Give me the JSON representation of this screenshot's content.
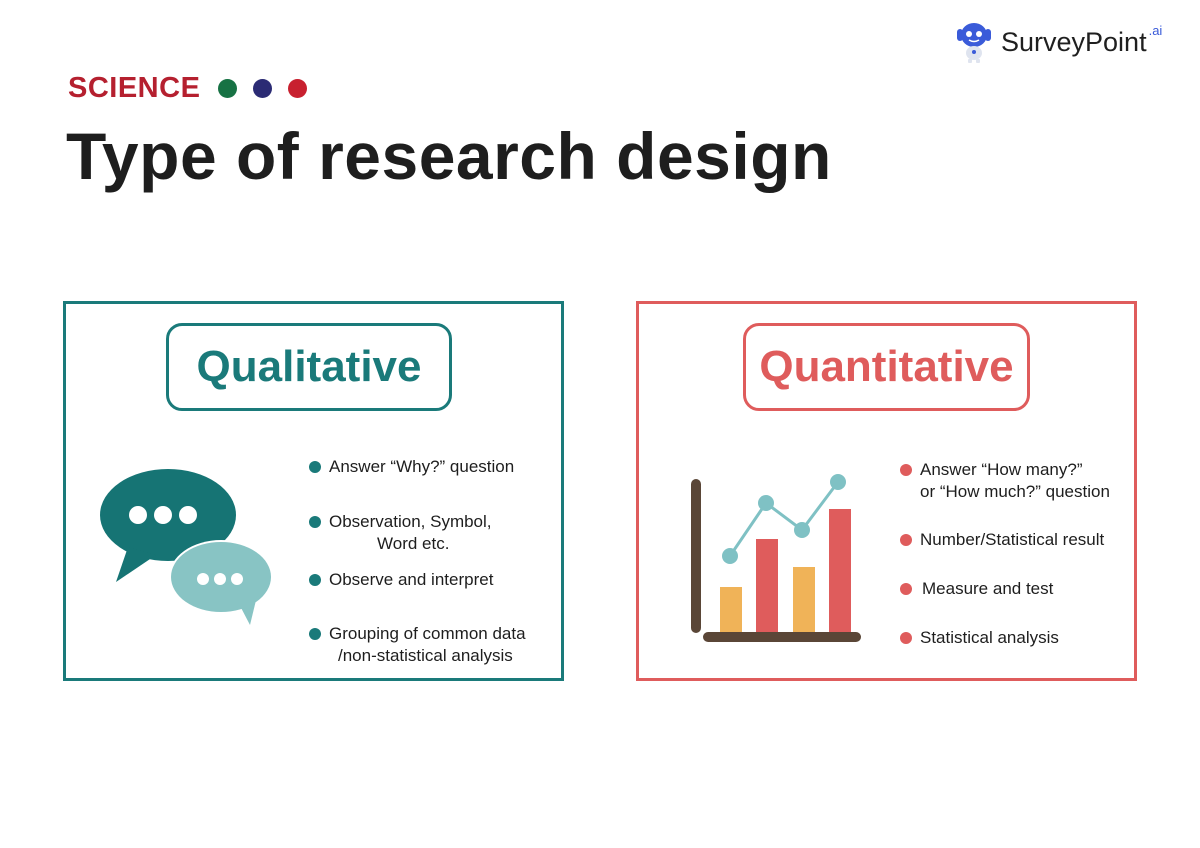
{
  "brand": {
    "name": "SurveyPoint",
    "suffix": ".ai",
    "icon": "robot-mascot-icon",
    "color": "#3a5bd9"
  },
  "category": {
    "label": "SCIENCE",
    "color": "#b5202f",
    "dots": [
      "#177244",
      "#2b2b74",
      "#c8202f"
    ]
  },
  "title": "Type of research design",
  "panels": {
    "qualitative": {
      "title": "Qualitative",
      "color": "#1a7a7a",
      "icon": "speech-bubbles-icon",
      "bullets": [
        {
          "line1": "Answer “Why?” question",
          "line2": ""
        },
        {
          "line1": "Observation, Symbol,",
          "line2": "Word etc."
        },
        {
          "line1": "Observe and interpret",
          "line2": ""
        },
        {
          "line1": "Grouping of common data",
          "line2": "/non-statistical analysis"
        }
      ]
    },
    "quantitative": {
      "title": "Quantitative",
      "color": "#df5c5c",
      "icon": "bar-line-chart-icon",
      "bullets": [
        {
          "line1": "Answer “How many?”",
          "line2": "or “How much?” question"
        },
        {
          "line1": "Number/Statistical result",
          "line2": ""
        },
        {
          "line1": "Measure and test",
          "line2": ""
        },
        {
          "line1": "Statistical analysis",
          "line2": ""
        }
      ]
    }
  }
}
